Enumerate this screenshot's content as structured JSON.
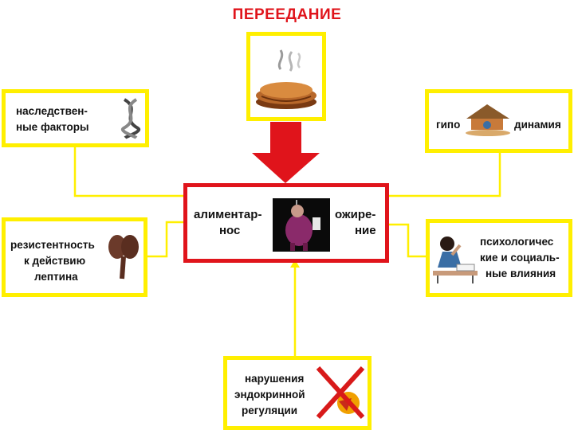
{
  "title": "ПЕРЕЕДАНИЕ",
  "center": {
    "left_line1": "алиментар-",
    "left_line2": "нос",
    "right_line1": "ожире-",
    "right_line2": "ние"
  },
  "nodes": {
    "heredity": {
      "line1": "наследствен-",
      "line2": "ные факторы",
      "icon": "dna-icon"
    },
    "leptin": {
      "line1": "резистентность",
      "line2": "к действию",
      "line3": "лептина",
      "icon": "brain-icon"
    },
    "hypodynamia": {
      "left": "гипо",
      "right": "динамия",
      "icon": "person-resting-icon"
    },
    "psychology": {
      "line1": "психологичес",
      "line2": "кие и социаль-",
      "line3": "ные влияния",
      "icon": "thinking-person-icon"
    },
    "endocrine": {
      "line1": "нарушения",
      "line2": "эндокринной",
      "line3": "регуляции",
      "icon": "crossed-out-icon"
    }
  },
  "colors": {
    "frame": "#ffef00",
    "accent": "#e0141b"
  }
}
